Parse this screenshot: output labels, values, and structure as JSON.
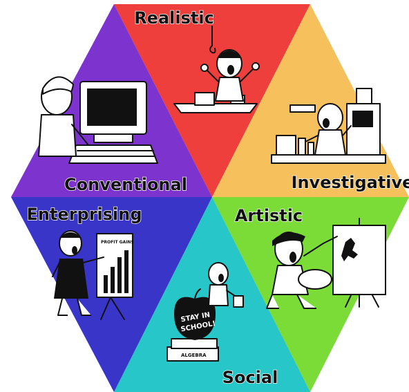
{
  "segments": [
    {
      "id": "realistic",
      "label": "Realistic",
      "color": "#ef3f3d"
    },
    {
      "id": "investigative",
      "label": "Investigative",
      "color": "#f6c15c"
    },
    {
      "id": "artistic",
      "label": "Artistic",
      "color": "#7bdc37"
    },
    {
      "id": "social",
      "label": "Social",
      "color": "#27c6c9"
    },
    {
      "id": "enterprising",
      "label": "Enterprising",
      "color": "#3a35c9"
    },
    {
      "id": "conventional",
      "label": "Conventional",
      "color": "#7d34cf"
    }
  ],
  "art": {
    "chart_sign": "PROFIT GAINS",
    "apple_line1": "STAY IN",
    "apple_line2": "SCHOOL!",
    "book_spine": "ALGEBRA"
  }
}
